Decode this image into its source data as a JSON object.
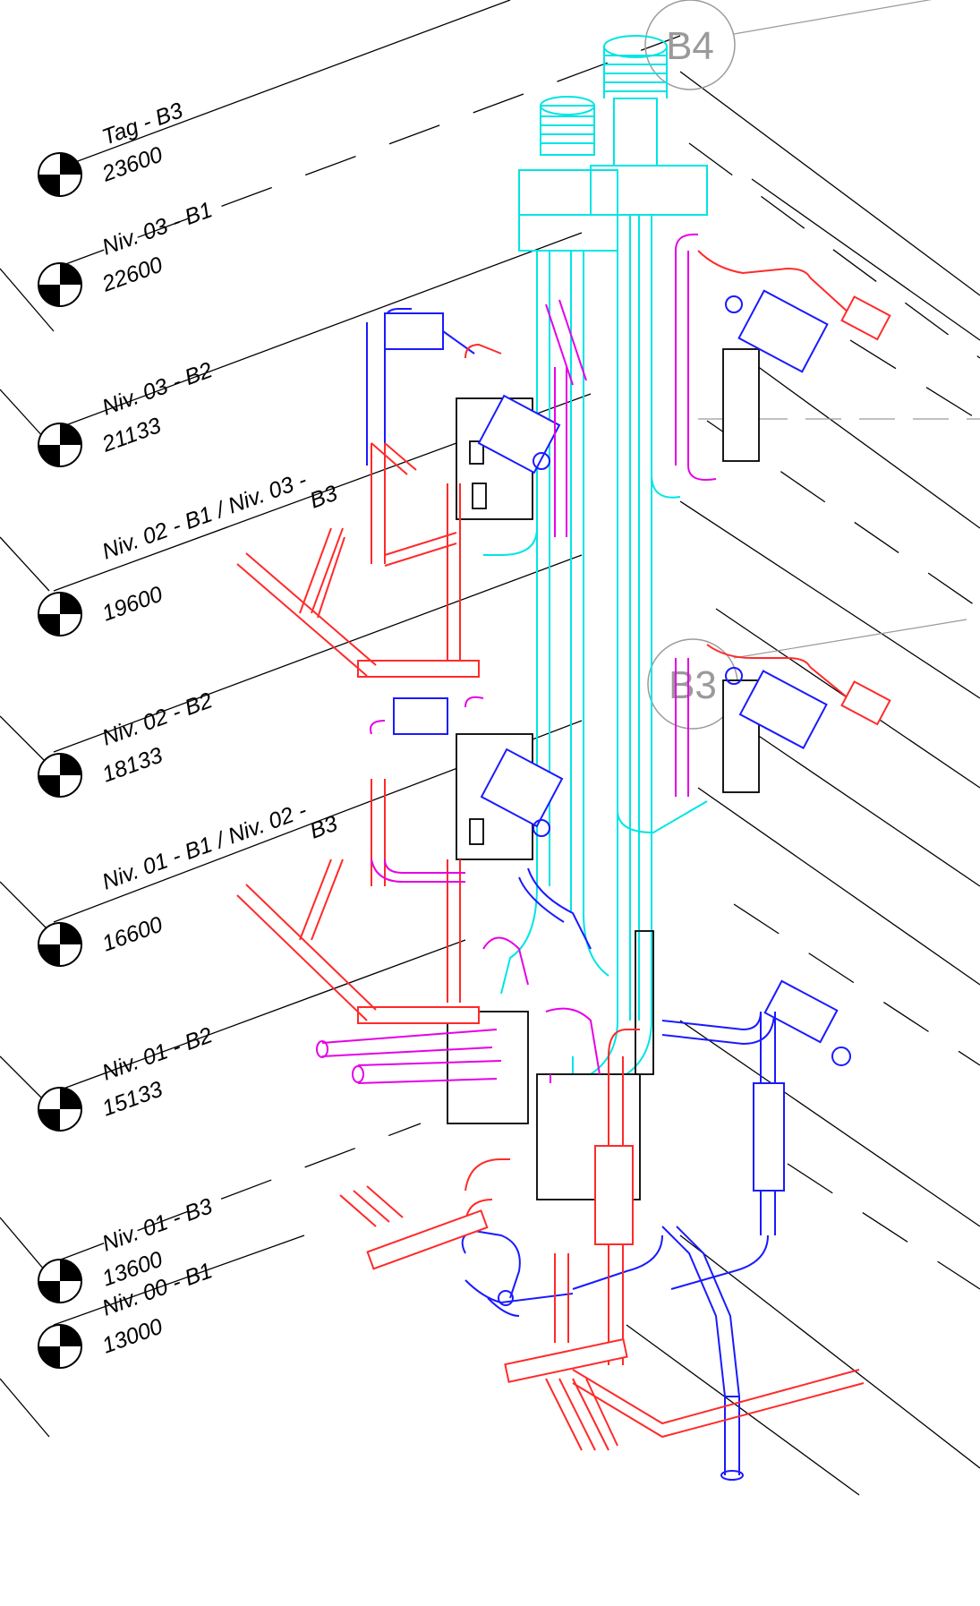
{
  "levels": [
    {
      "name": "Tag - B3",
      "elevation": "23600"
    },
    {
      "name": "Niv. 03 - B1",
      "elevation": "22600"
    },
    {
      "name": "Niv. 03 - B2",
      "elevation": "21133"
    },
    {
      "name_line1": "Niv. 02 - B1 / Niv. 03 -",
      "name_line2": "B3",
      "elevation": "19600"
    },
    {
      "name": "Niv. 02 - B2",
      "elevation": "18133"
    },
    {
      "name_line1": "Niv. 01 - B1 / Niv. 02 -",
      "name_line2": "B3",
      "elevation": "16600"
    },
    {
      "name": "Niv. 01 - B2",
      "elevation": "15133"
    },
    {
      "name": "Niv. 01 - B3",
      "elevation": "13600"
    },
    {
      "name": "Niv. 00 - B1",
      "elevation": "13000"
    }
  ],
  "grid_labels": {
    "b4": "B4",
    "b3": "B3"
  },
  "colors": {
    "ventilation": "#00e5e5",
    "supply": "#ff2a2a",
    "return": "#1a1aff",
    "exhaust": "#e600e6",
    "equipment": "#000000",
    "grid": "#9a9a9a"
  }
}
